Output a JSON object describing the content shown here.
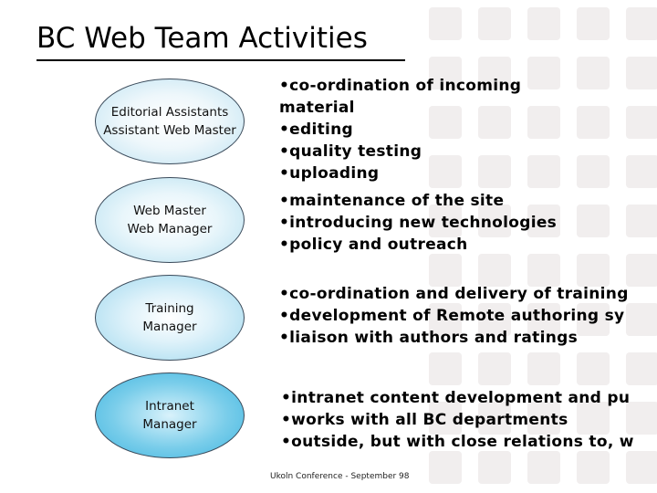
{
  "slide": {
    "title": "BC Web Team Activities",
    "footer": "Ukoln Conference - September 98"
  },
  "groups": [
    {
      "roles": [
        "Editorial Assistants",
        "Assistant Web Master"
      ],
      "activities": [
        "•co-ordination of incoming",
        "material",
        "•editing",
        "•quality testing",
        "•uploading"
      ]
    },
    {
      "roles": [
        "Web Master",
        "Web Manager"
      ],
      "activities": [
        "•maintenance of the site",
        "•introducing new technologies",
        "•policy and outreach"
      ]
    },
    {
      "roles": [
        "Training",
        "Manager"
      ],
      "activities": [
        "•co-ordination and delivery of training",
        "•development of Remote authoring sy",
        "•liaison with authors and ratings"
      ]
    },
    {
      "roles": [
        "Intranet",
        "Manager"
      ],
      "activities": [
        "•intranet content development and pu",
        "•works with all BC departments",
        "•outside, but with close relations to, w"
      ]
    }
  ]
}
